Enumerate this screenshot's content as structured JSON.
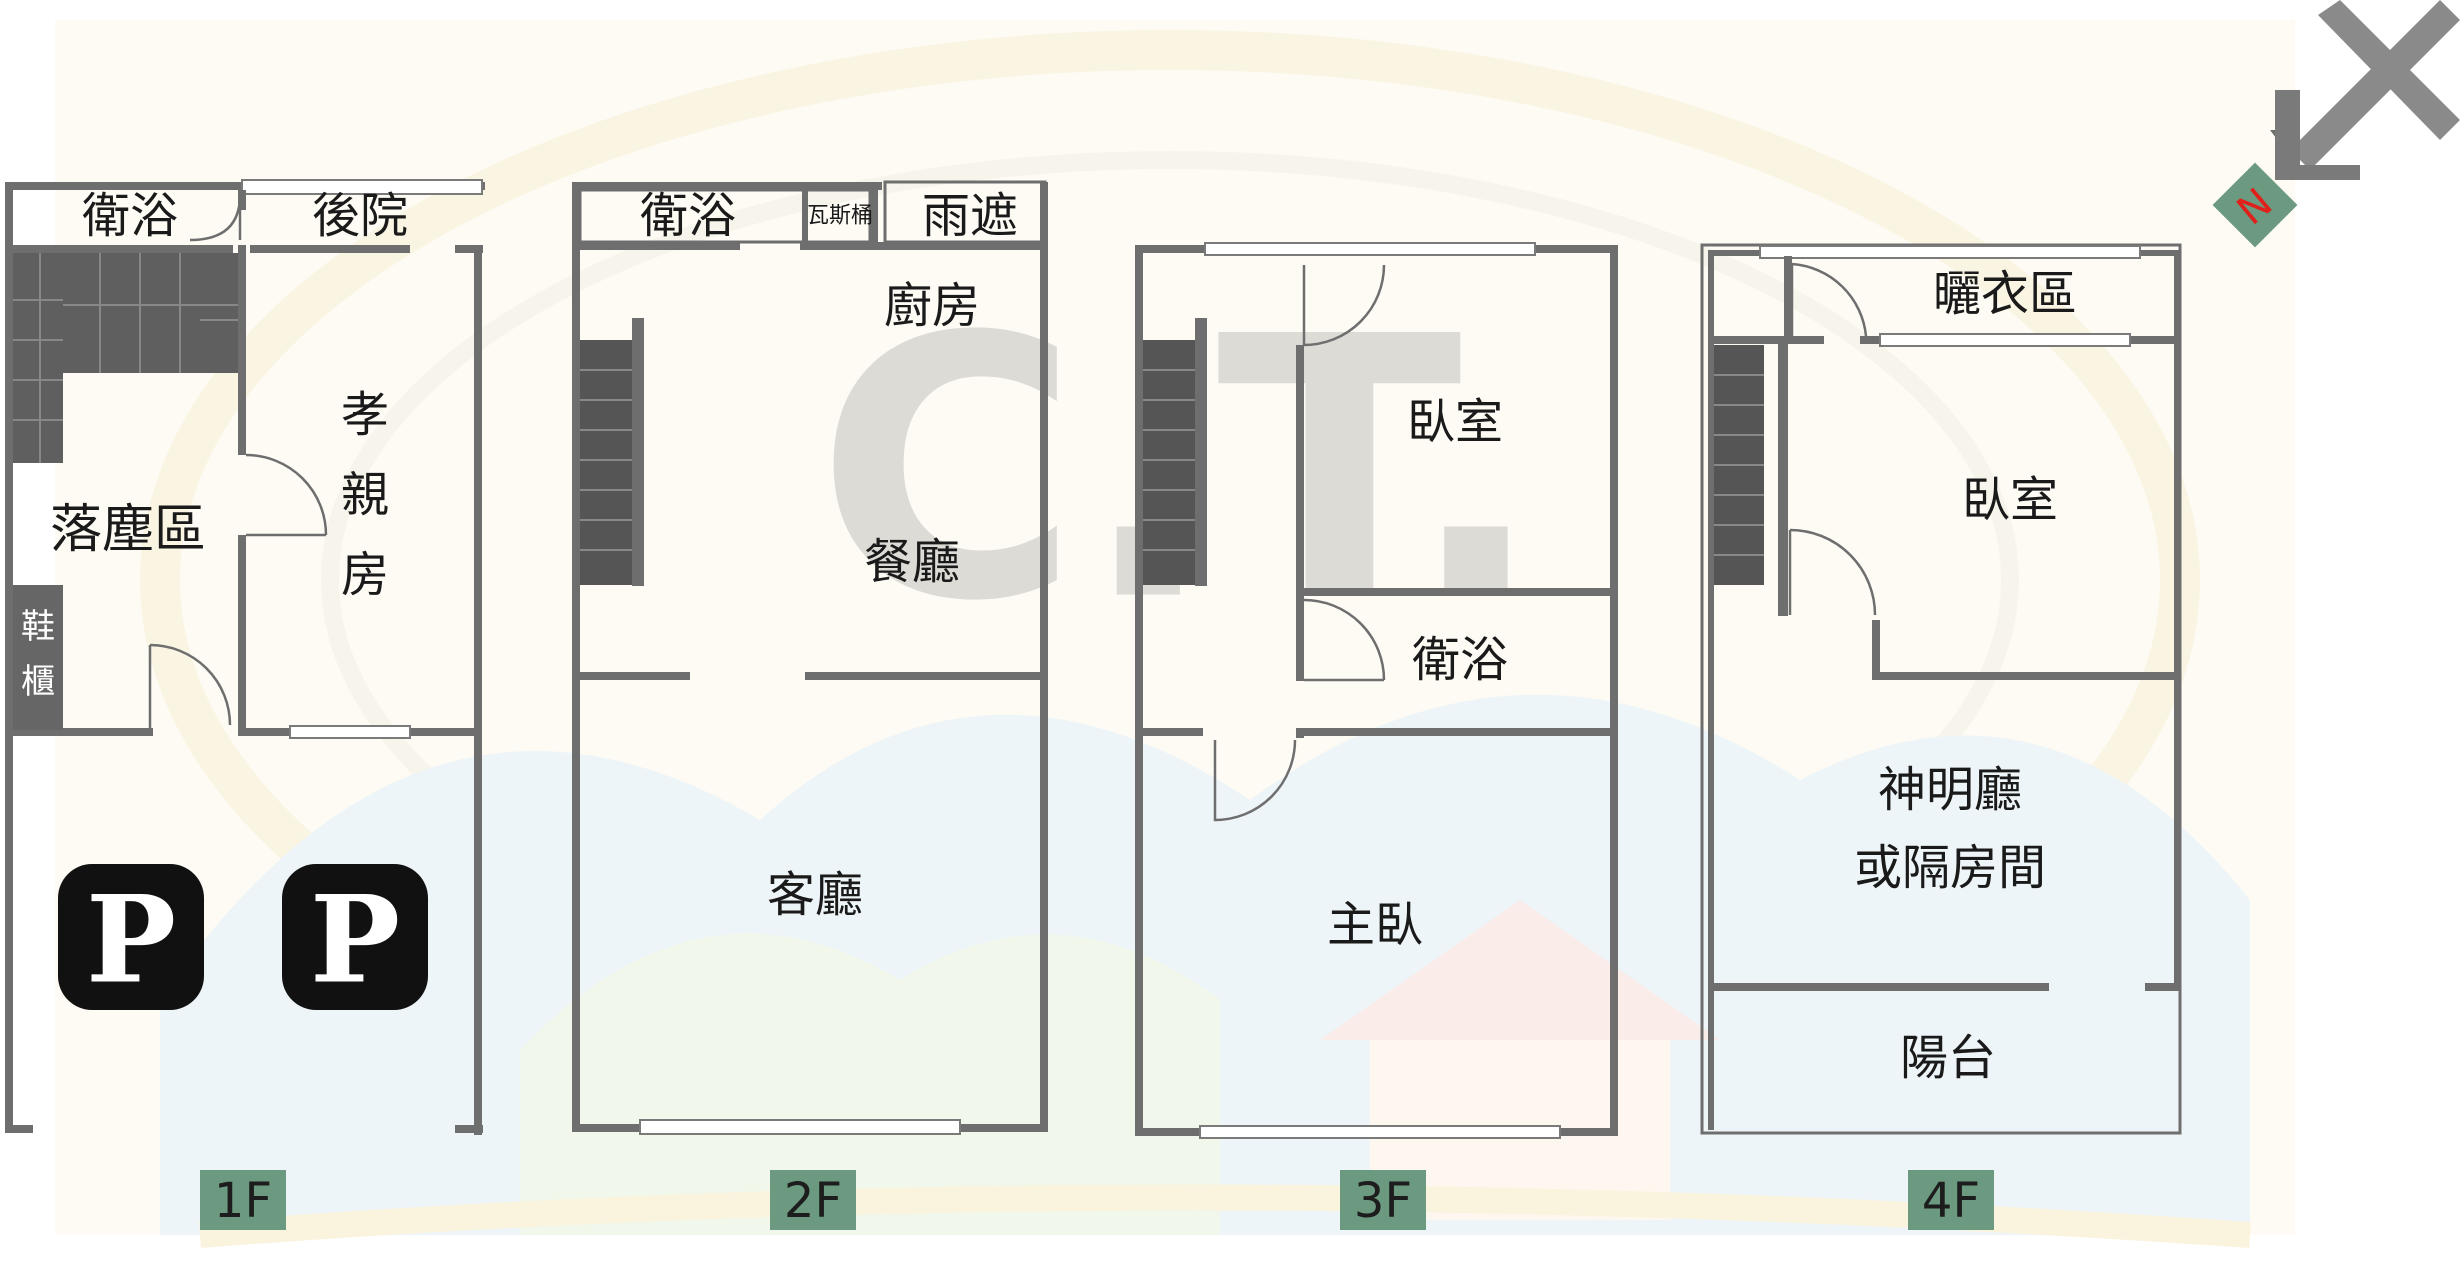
{
  "floors": [
    {
      "tag": "1F",
      "rooms": {
        "bath": "衛浴",
        "backyard": "後院",
        "filial_room": [
          "孝",
          "親",
          "房"
        ],
        "entry": "落塵區",
        "shoe_cabinet": [
          "鞋",
          "櫃"
        ]
      },
      "parking": [
        "P",
        "P"
      ]
    },
    {
      "tag": "2F",
      "rooms": {
        "bath": "衛浴",
        "gas": "瓦斯桶",
        "canopy": "雨遮",
        "kitchen": "廚房",
        "dining": "餐廳",
        "living": "客廳"
      }
    },
    {
      "tag": "3F",
      "rooms": {
        "bedroom": "臥室",
        "bath": "衛浴",
        "master": "主臥"
      }
    },
    {
      "tag": "4F",
      "rooms": {
        "laundry": "曬衣區",
        "bedroom": "臥室",
        "shrine": [
          "神明廳",
          "或隔房間"
        ],
        "balcony": "陽台"
      }
    }
  ],
  "watermark": "C.T.",
  "compass": {
    "label": "N",
    "arrow_icon": "compass-arrow-icon"
  },
  "colors": {
    "wall": "#6e6e6e",
    "tag_bg": "#6b9a80",
    "compass_bg": "#6b9a80",
    "compass_letter": "#e0201a",
    "parking_bg": "#111111"
  }
}
